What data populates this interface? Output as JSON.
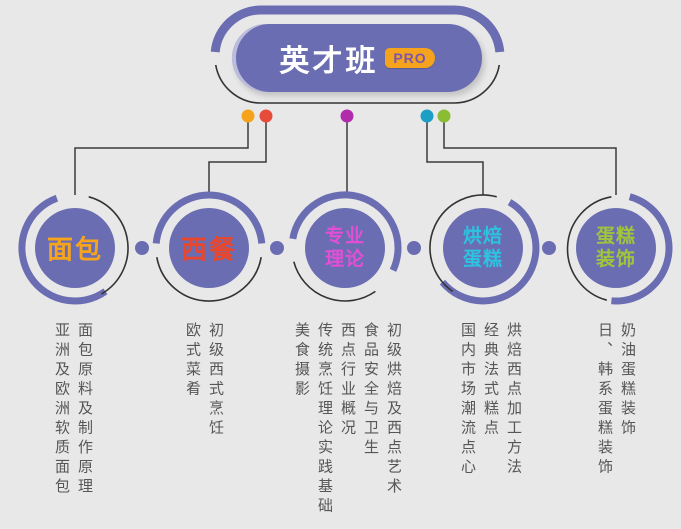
{
  "colors": {
    "background": "#e8e8e9",
    "purple": "#6b6db2",
    "line": "#3a3a3a",
    "course_text": "#565656",
    "badge_bg": "#f5a31c"
  },
  "root": {
    "title": "英才班",
    "badge": "PRO"
  },
  "branches": [
    {
      "name": "面包",
      "lines": [
        "面包"
      ],
      "color": "#f7a41d",
      "dot": "#f6a31c",
      "courses": [
        "面包原料及制作原理",
        "亚洲及欧洲软质面包"
      ]
    },
    {
      "name": "西餐",
      "lines": [
        "西餐"
      ],
      "color": "#e8472e",
      "dot": "#e74b3a",
      "courses": [
        "初级西式烹饪",
        "欧式菜肴"
      ]
    },
    {
      "name": "专业理论",
      "lines": [
        "专业",
        "理论"
      ],
      "color": "#e34fd4",
      "dot": "#b02cab",
      "courses": [
        "初级烘焙及西点艺术",
        "食品安全与卫生",
        "西点行业概况",
        "传统烹饪理论实践基础",
        "美食摄影"
      ]
    },
    {
      "name": "烘焙蛋糕",
      "lines": [
        "烘焙",
        "蛋糕"
      ],
      "color": "#2cc3e0",
      "dot": "#1d9fc5",
      "courses": [
        "烘焙西点加工方法",
        "经典法式糕点",
        "国内市场潮流点心"
      ]
    },
    {
      "name": "蛋糕装饰",
      "lines": [
        "蛋糕",
        "装饰"
      ],
      "color": "#a0c53c",
      "dot": "#8abd33",
      "courses": [
        "奶油蛋糕装饰",
        "日、韩系蛋糕装饰"
      ]
    }
  ]
}
